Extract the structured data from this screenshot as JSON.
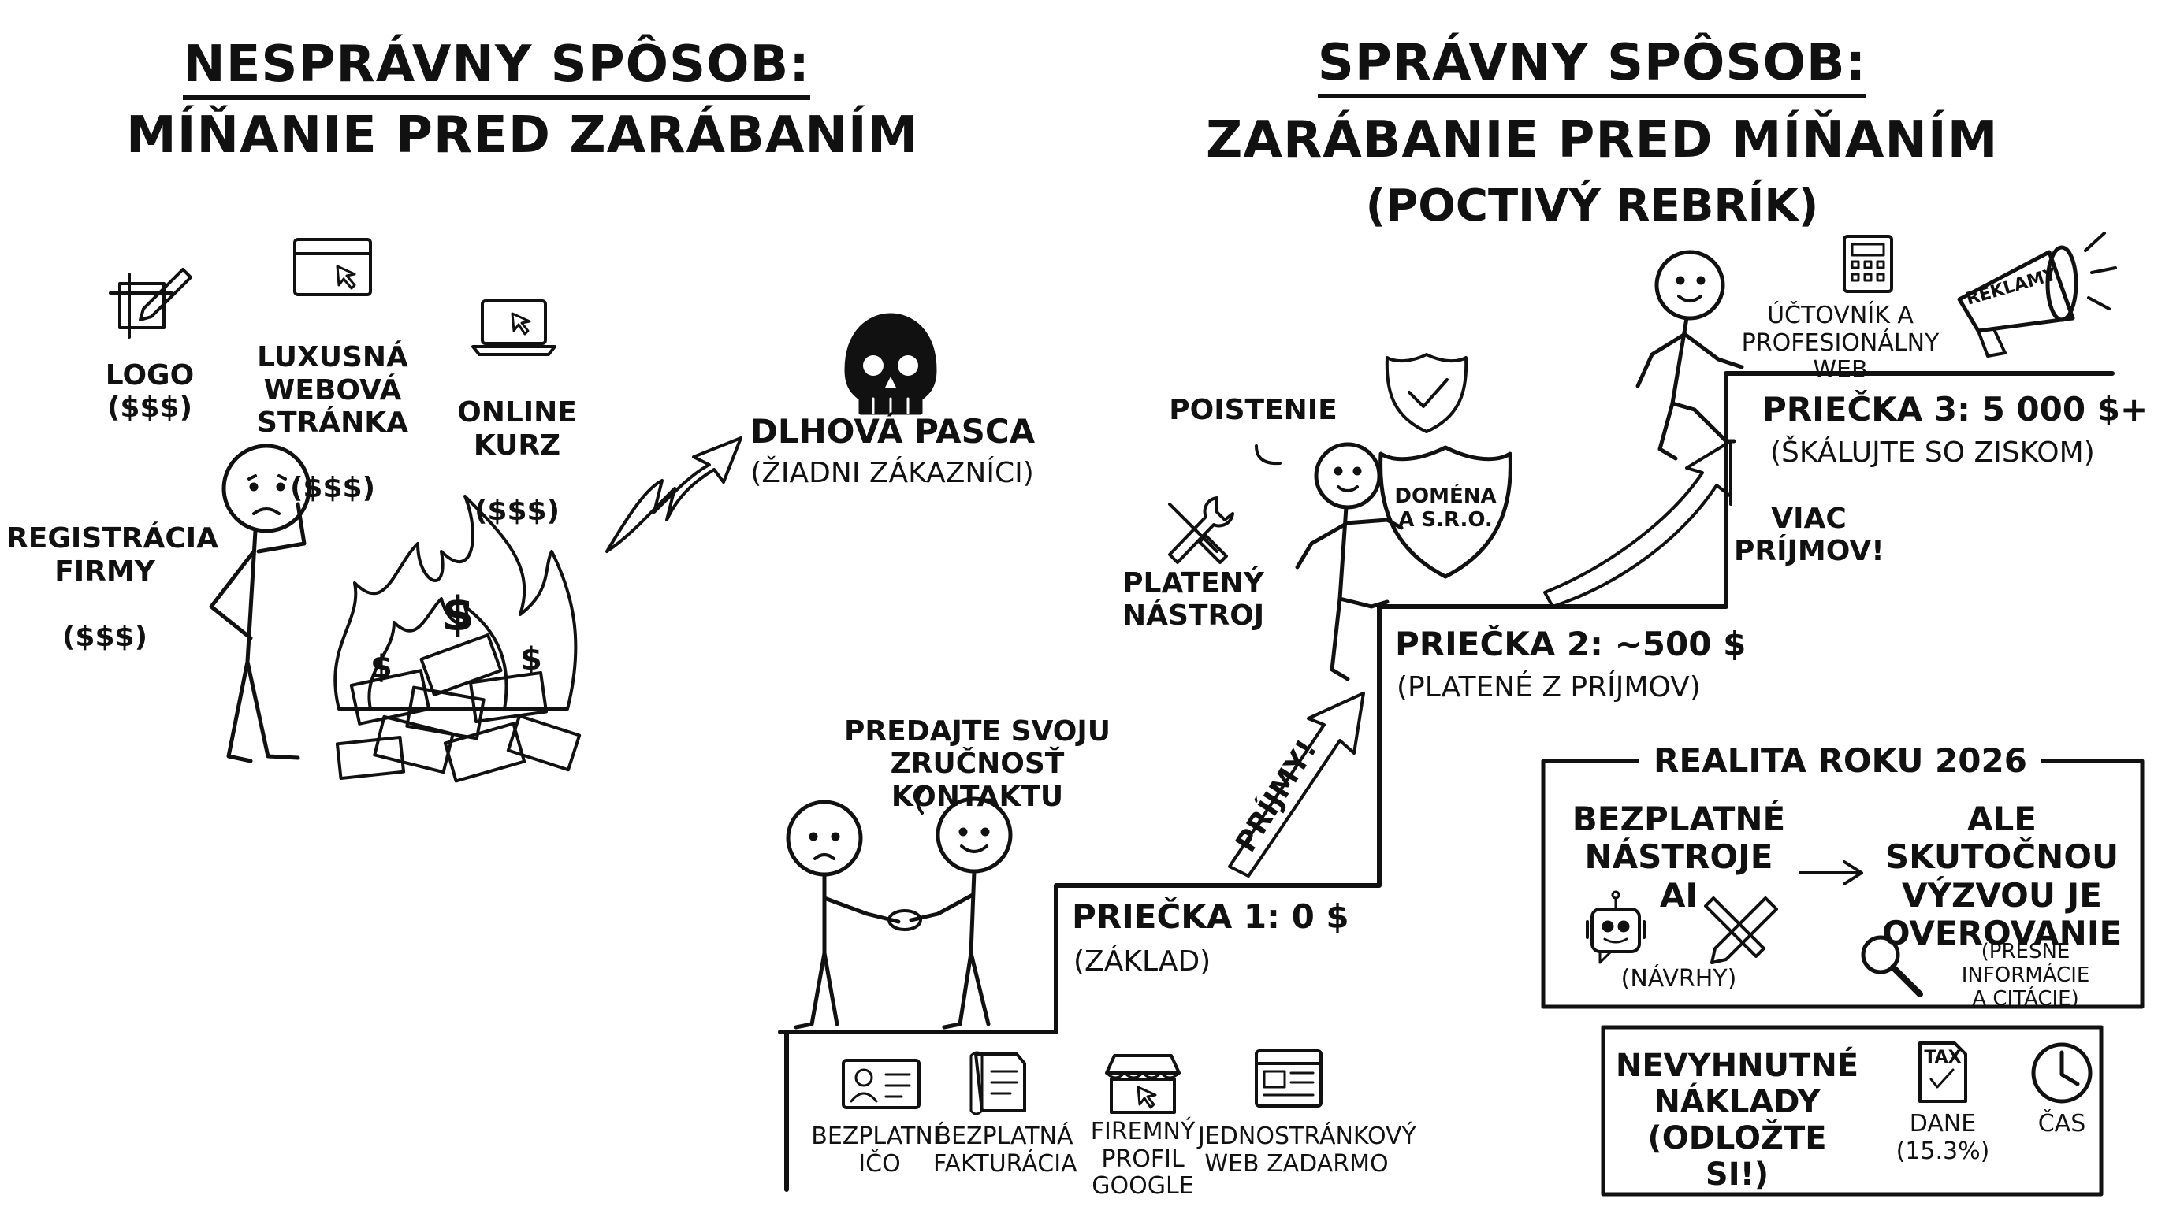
{
  "left_panel": {
    "title_line1": "NESPRÁVNY SPÔSOB:",
    "title_line2": "MÍŇANIE PRED ZARÁBANÍM",
    "expenses": [
      {
        "label": "LOGO",
        "cost": "($$$)",
        "icon": "logo-design-icon"
      },
      {
        "label": "LUXUSNÁ\nWEBOVÁ\nSTRÁNKA",
        "cost": "($$$)",
        "icon": "browser-window-icon"
      },
      {
        "label": "ONLINE\nKURZ",
        "cost": "($$$)",
        "icon": "laptop-icon"
      },
      {
        "label": "REGISTRÁCIA\nFIRMY",
        "cost": "($$$)"
      }
    ],
    "outcome_title": "DLHOVÁ PASCA",
    "outcome_sub": "(ŽIADNI ZÁKAZNÍCI)"
  },
  "right_panel": {
    "title_line1": "SPRÁVNY SPÔSOB:",
    "title_line2": "ZARÁBANIE PRED MÍŇANÍM",
    "title_line3": "(POCTIVÝ REBRÍK)",
    "handshake_caption": "PREDAJTE SVOJU\nZRUČNOSŤ KONTAKTU",
    "rungs": [
      {
        "title": "PRIEČKA 1: 0 $",
        "sub": "(ZÁKLAD)"
      },
      {
        "title": "PRIEČKA 2: ~500 $",
        "sub": "(PLATENÉ Z PRÍJMOV)"
      },
      {
        "title": "PRIEČKA 3: 5 000 $+",
        "sub": "(ŠKÁLUJTE SO ZISKOM)"
      }
    ],
    "arrow1_label": "PRÍJMY!",
    "arrow2_label": "VIAC\nPRÍJMOV!",
    "free_tools": [
      {
        "label": "BEZPLATNÉ\nIČO",
        "icon": "id-card-icon"
      },
      {
        "label": "BEZPLATNÁ\nFAKTURÁCIA",
        "icon": "invoice-icon"
      },
      {
        "label": "FIREMNÝ\nPROFIL\nGOOGLE",
        "icon": "storefront-icon"
      },
      {
        "label": "JEDNOSTRÁNKOVÝ\nWEB ZADARMO",
        "icon": "webpage-icon"
      }
    ],
    "rung2_items": {
      "insurance": "POISTENIE",
      "paid_tool": "PLATENÝ\nNÁSTROJ",
      "shield_text": "DOMÉNA\nA S.R.O."
    },
    "rung3_items": {
      "accountant": "ÚČTOVNÍK A\nPROFESIONÁLNY WEB",
      "megaphone_text": "REKLAMY"
    }
  },
  "reality_box": {
    "title": "REALITA ROKU 2026",
    "left": "BEZPLATNÉ\nNÁSTROJE AI",
    "left_sub": "(NÁVRHY)",
    "right": "ALE SKUTOČNOU\nVÝZVOU JE\nOVEROVANIE",
    "right_sub": "(PRESNÉ INFORMÁCIE\nA CITÁCIE)"
  },
  "costs_box": {
    "title": "NEVYHNUTNÉ\nNÁKLADY\n(ODLOŽTE SI!)",
    "tax_icon_text": "TAX",
    "tax_label": "DANE\n(15.3%)",
    "time_label": "ČAS"
  },
  "colors": {
    "ink": "#111111",
    "background": "#ffffff"
  }
}
